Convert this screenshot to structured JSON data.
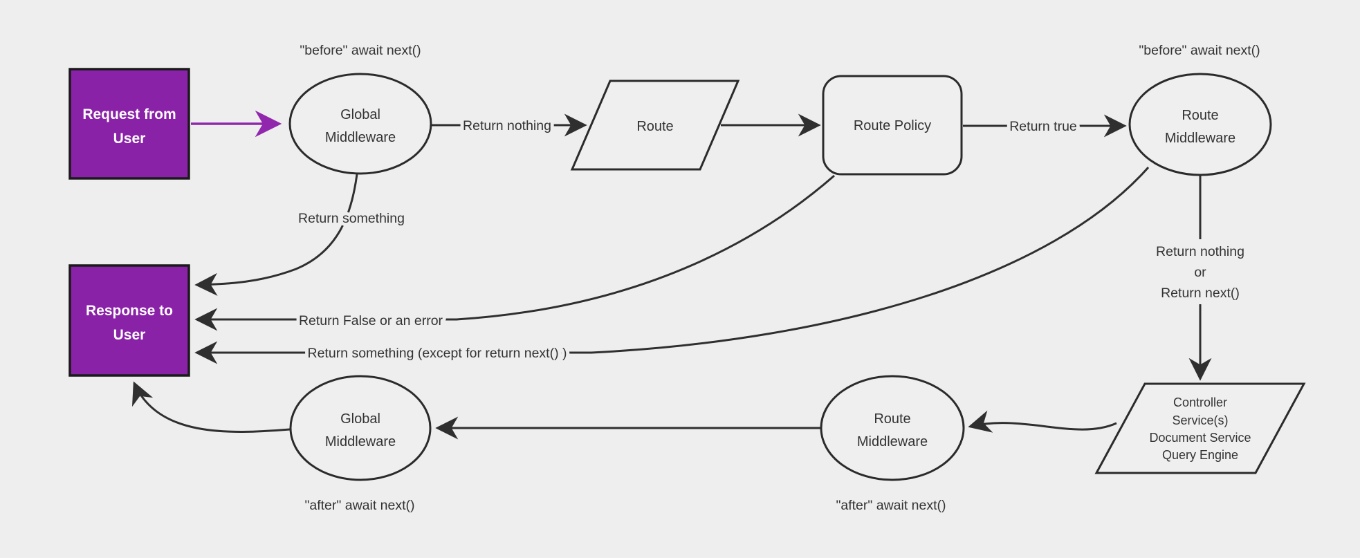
{
  "title": "Middleware request lifecycle flowchart",
  "colors": {
    "bg": "#eeeeee",
    "shape-fill": "#efefef",
    "stroke": "#2b2b2b",
    "edge": "#2f2f2f",
    "purple": "#8a22a8",
    "purple-arrow": "#9127ad",
    "text-dark": "#333333",
    "text-white": "#ffffff"
  },
  "nodes": {
    "request": {
      "lines": [
        "Request from",
        "User"
      ]
    },
    "response": {
      "lines": [
        "Response to",
        "User"
      ]
    },
    "global_mw_top": {
      "lines": [
        "Global",
        "Middleware"
      ]
    },
    "route": {
      "label": "Route"
    },
    "route_policy": {
      "label": "Route Policy"
    },
    "route_mw_top": {
      "lines": [
        "Route",
        "Middleware"
      ]
    },
    "controller": {
      "lines": [
        "Controller",
        "Service(s)",
        "Document Service",
        "Query Engine"
      ]
    },
    "route_mw_bottom": {
      "lines": [
        "Route",
        "Middleware"
      ]
    },
    "global_mw_bottom": {
      "lines": [
        "Global",
        "Middleware"
      ]
    }
  },
  "edge_labels": {
    "before_global": "\"before\" await next()",
    "before_route": "\"before\" await next()",
    "return_nothing": "Return nothing",
    "return_true": "Return true",
    "return_something": "Return something",
    "return_false": "Return False or an error",
    "return_something_except": "Return something (except for return next() )",
    "return_nothing_or": [
      "Return nothing",
      "or",
      "Return next()"
    ],
    "after_global": "\"after\" await next()",
    "after_route": "\"after\" await next()"
  }
}
